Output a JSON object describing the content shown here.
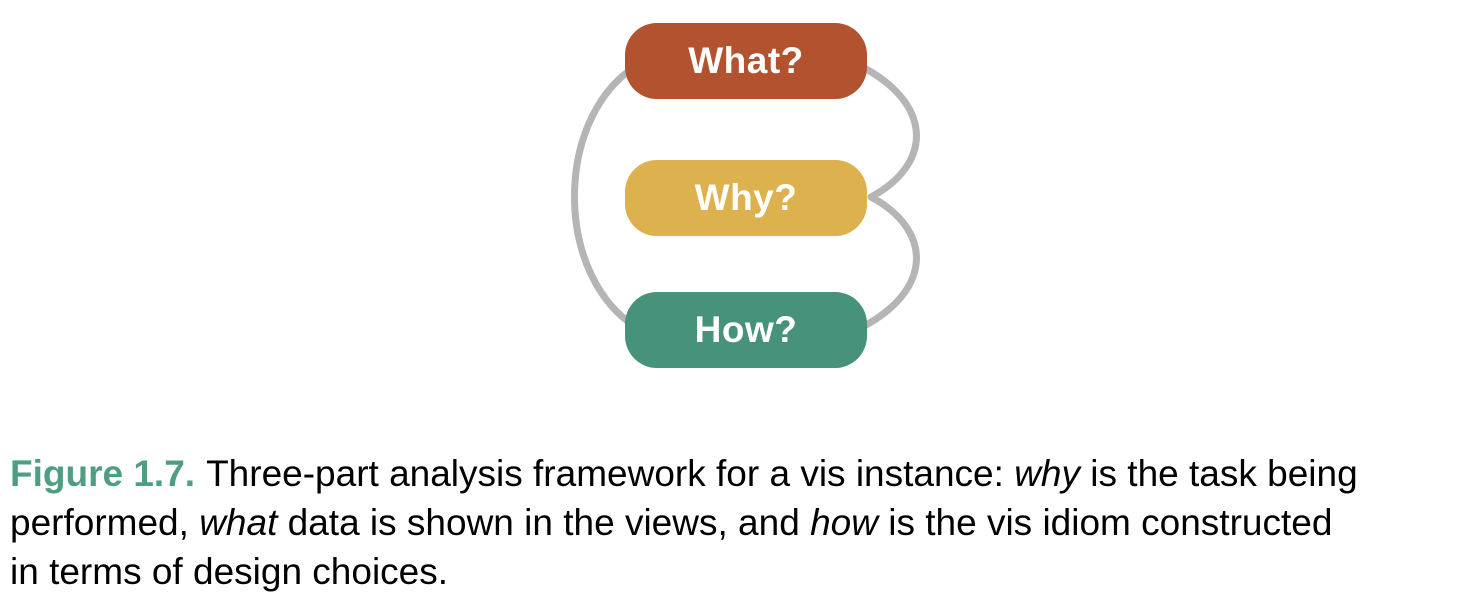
{
  "figure": {
    "nodes": [
      {
        "id": "what",
        "label": "What?",
        "color": "#b2522e"
      },
      {
        "id": "why",
        "label": "Why?",
        "color": "#ddb14d"
      },
      {
        "id": "how",
        "label": "How?",
        "color": "#46927a"
      }
    ],
    "edge_color": "#b5b5b5",
    "edges": [
      {
        "from": "what",
        "to": "how",
        "side": "left"
      },
      {
        "from": "what",
        "to": "why",
        "side": "right"
      },
      {
        "from": "why",
        "to": "how",
        "side": "right"
      }
    ]
  },
  "caption": {
    "label_color": "#4f9e82",
    "text_color": "#000000",
    "lines": [
      {
        "segments": [
          {
            "text": "Figure 1.7.",
            "style": "label"
          },
          {
            "text": "Three-part analysis framework for a vis instance: ",
            "style": "normal"
          },
          {
            "text": "why",
            "style": "italic"
          },
          {
            "text": " is the task being",
            "style": "normal"
          }
        ]
      },
      {
        "segments": [
          {
            "text": "performed, ",
            "style": "normal"
          },
          {
            "text": "what",
            "style": "italic"
          },
          {
            "text": " data is shown in the views, and ",
            "style": "normal"
          },
          {
            "text": "how",
            "style": "italic"
          },
          {
            "text": " is the vis idiom constructed",
            "style": "normal"
          }
        ]
      },
      {
        "segments": [
          {
            "text": "in terms of design choices.",
            "style": "normal"
          }
        ]
      }
    ]
  }
}
